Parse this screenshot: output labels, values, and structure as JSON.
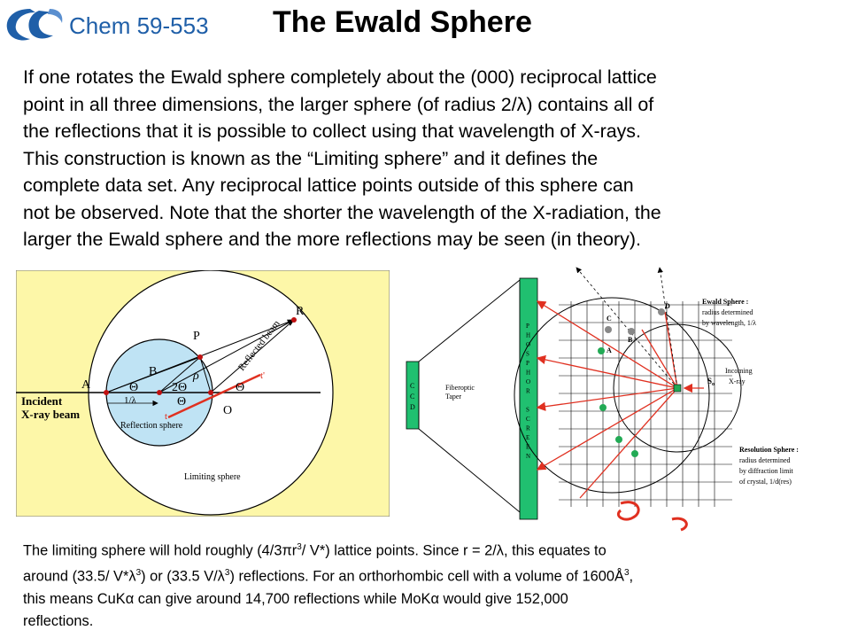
{
  "header": {
    "course": "Chem 59-553",
    "title": "The Ewald Sphere"
  },
  "intro": {
    "lines": [
      "If one rotates the Ewald sphere completely about the (000) reciprocal lattice",
      "point in all three dimensions, the larger sphere (of radius 2/λ) contains all of",
      "the reflections that it is possible to collect using that wavelength of X-rays.",
      "This construction is known as the “Limiting sphere” and it defines the",
      "complete data set.  Any reciprocal lattice points outside of this sphere can",
      "not be observed.  Note that the shorter the wavelength of the X-radiation, the",
      "larger the Ewald sphere and the more reflections may be seen (in theory)."
    ]
  },
  "fig1": {
    "label_A": "A",
    "label_B": "B",
    "label_P": "P",
    "label_R": "R",
    "label_O": "O",
    "label_t": "t",
    "label_tprime": "t'",
    "label_rho": "ρ",
    "label_theta_a": "Θ",
    "label_2theta": "2Θ",
    "label_theta_b": "Θ",
    "label_theta_c": "Θ",
    "label_one_over_lambda": "1/λ",
    "incident_line1": "Incident",
    "incident_line2": "X-ray beam",
    "reflected_beam": "Reflected beam",
    "reflection_sphere": "Reflection sphere",
    "limiting_sphere": "Limiting sphere"
  },
  "fig2": {
    "ccd_letters": [
      "C",
      "C",
      "D"
    ],
    "screen_letters": [
      "P",
      "H",
      "O",
      "S",
      "P",
      "H",
      "O",
      "R",
      "",
      "S",
      "C",
      "R",
      "E",
      "E",
      "N"
    ],
    "fiberoptic_line1": "Fiberoptic",
    "fiberoptic_line2": "Taper",
    "label_C": "C",
    "label_D": "D",
    "label_B": "B",
    "label_A": "A",
    "label_So": "S",
    "label_So_sub": "o",
    "ewald_title": "Ewald Sphere :",
    "ewald_line1": "radius determined",
    "ewald_line2": "by wavelength, 1/λ",
    "incoming_line1": "Incoming",
    "incoming_line2": "X-ray",
    "resolution_title": "Resolution Sphere :",
    "resolution_line1": "radius determined",
    "resolution_line2": "by diffraction limit",
    "resolution_line3": "of crystal, 1/d(res)"
  },
  "bottom": {
    "l1_a": "The limiting sphere will hold roughly (4/3πr",
    "l1_sup1": "3",
    "l1_b": "/ V*) lattice points.  Since r = 2/λ, this equates to",
    "l2_a": "around (33.5/ V*λ",
    "l2_sup1": "3",
    "l2_b": ") or (33.5 V/λ",
    "l2_sup2": "3",
    "l2_c": ") reflections.  For an orthorhombic cell with a volume of 1600Å",
    "l2_sup3": "3",
    "l2_d": ",",
    "l3": "this means CuKα can give around 14,700 reflections while MoKα would give 152,000",
    "l4": "reflections."
  },
  "colors": {
    "accent_blue": "#1f5fa8",
    "figure_bg": "#fdf7a8",
    "sphere_blue": "#bfe3f4",
    "beam_red": "#e03020",
    "screen_green": "#20c070",
    "dot_green": "#22aa55"
  }
}
